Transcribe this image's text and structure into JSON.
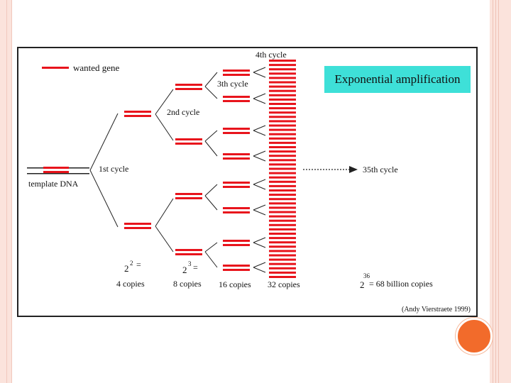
{
  "slide": {
    "theme_colors": {
      "border": "#fbe3dc",
      "accent_dot": "#f26b2b",
      "gene": "#e8141c",
      "title_bg": "#3ee0d8"
    }
  },
  "figure": {
    "title": "Exponential amplification",
    "legend_label": "wanted gene",
    "template_label": "template DNA",
    "cycles": {
      "first": "1st cycle",
      "second": "2nd cycle",
      "third": "3th cycle",
      "fourth": "4th cycle",
      "thirtyfifth": "35th cycle"
    },
    "copies": {
      "c4": {
        "base": "2",
        "exp": "2",
        "eq": "=",
        "text": "4 copies"
      },
      "c8": {
        "base": "2",
        "exp": "3",
        "eq": "=",
        "text": "8 copies"
      },
      "c16": {
        "text": "16 copies"
      },
      "c32": {
        "text": "32 copies"
      },
      "c68b": {
        "base": "2",
        "exp": "36",
        "text": "= 68 billion copies"
      }
    },
    "credit": "(Andy Vierstraete 1999)"
  }
}
